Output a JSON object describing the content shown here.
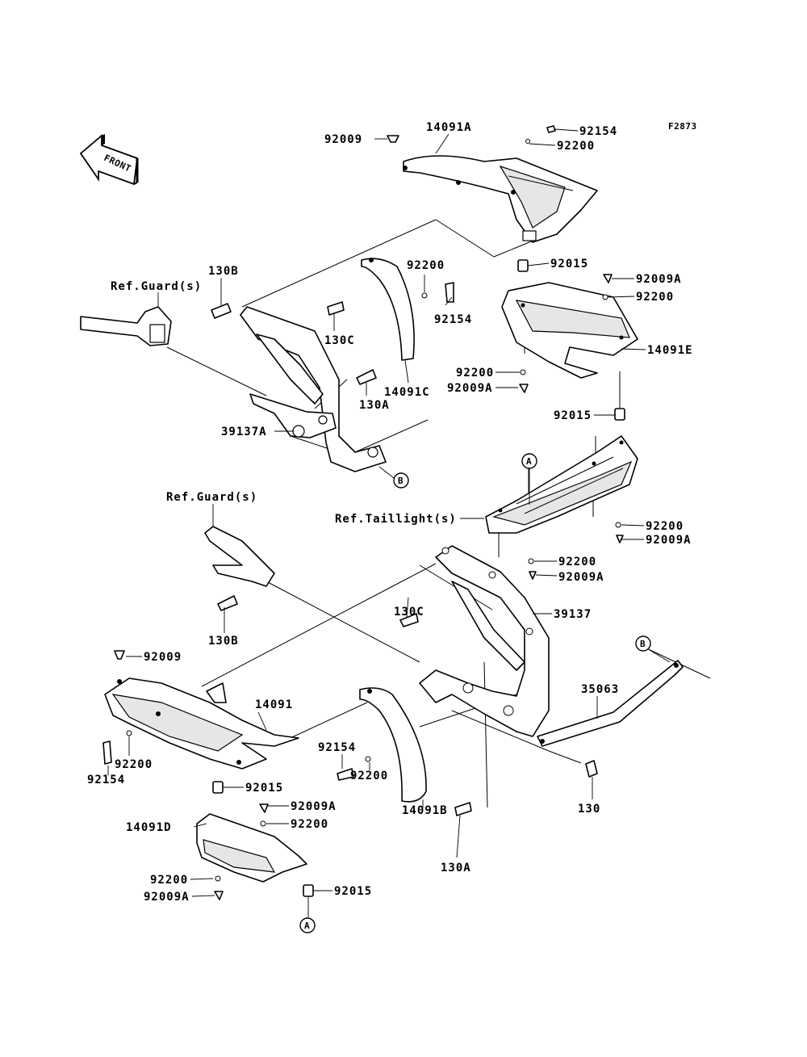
{
  "figure_code": "F2873",
  "front_label": "FRONT",
  "callouts": {
    "a": "A",
    "b": "B"
  },
  "labels": {
    "p92009_top": "92009",
    "p14091A": "14091A",
    "p92154_top": "92154",
    "p92200_top": "92200",
    "p92015_top": "92015",
    "p92009A_r1": "92009A",
    "p92200_r1": "92200",
    "p14091E": "14091E",
    "p92200_mid": "92200",
    "p92009A_mid": "92009A",
    "p92015_mid": "92015",
    "p92200_c": "92200",
    "p92154_c": "92154",
    "p14091C": "14091C",
    "p130B_top": "130B",
    "ref_guard_top": "Ref.Guard(s)",
    "p130C_top": "130C",
    "p130A_top": "130A",
    "p39137A": "39137A",
    "ref_guard_mid": "Ref.Guard(s)",
    "ref_taillight": "Ref.Taillight(s)",
    "p92200_r2": "92200",
    "p92009A_r2": "92009A",
    "p92200_r3": "92200",
    "p92009A_r3": "92009A",
    "p130C_mid": "130C",
    "p39137": "39137",
    "p130B_mid": "130B",
    "p92009_low": "92009",
    "p14091": "14091",
    "p35063": "35063",
    "p92200_l": "92200",
    "p92154_l": "92154",
    "p92154_m": "92154",
    "p92200_m": "92200",
    "p14091B": "14091B",
    "p130": "130",
    "p92015_low": "92015",
    "p92009A_low": "92009A",
    "p14091D": "14091D",
    "p92200_low": "92200",
    "p130A_low": "130A",
    "p92200_bot": "92200",
    "p92009A_bot": "92009A",
    "p92015_bot": "92015"
  }
}
